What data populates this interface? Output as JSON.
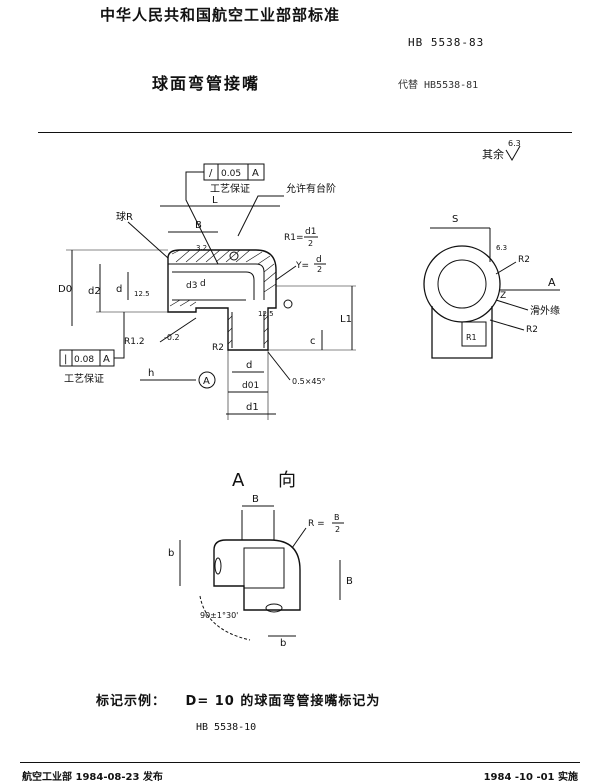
{
  "header": {
    "org_title": "中华人民共和国航空工业部部标准",
    "standard_no": "HB 5538-83",
    "doc_title": "球面弯管接嘴",
    "replaces": "代替 HB5538-81"
  },
  "drawing_main": {
    "rest_roughness_label": "其余",
    "rest_roughness_value": "6.3",
    "tolerance_top": {
      "symbol": "/",
      "value": "0.05",
      "datum": "A"
    },
    "tolerance_top_note": "工艺保证",
    "undercut_note": "允许有台阶",
    "tolerance_left": {
      "symbol": "|",
      "value": "0.08",
      "datum": "A"
    },
    "tolerance_left_note": "工艺保证",
    "labels": {
      "sphere_r": "球R",
      "L": "L",
      "B": "B",
      "d1_over_2": "d1",
      "half": "2",
      "R1_prefix": "R1=",
      "Y_label": "Y=",
      "d_label": "d",
      "D0": "D0",
      "d2": "d2",
      "d_left": "d",
      "d3": "d3",
      "r32": "3.2",
      "r125": "12.5",
      "r125b": "12.5",
      "L1": "L1",
      "c": "c",
      "h": "h",
      "A_circle": "A",
      "R1_2": "R1.2",
      "c_minus": "-0.2",
      "R2": "R2",
      "d_bottom": "d",
      "d01": "d01",
      "d1_bottom": "d1",
      "chamfer": "0.5×45°"
    }
  },
  "drawing_side": {
    "S": "S",
    "r63": "6.3",
    "R2": "R2",
    "A": "A",
    "Z": "Z",
    "smooth_edge": "滑外缘",
    "R1": "R1",
    "R2b": "R2"
  },
  "view_a": {
    "title": "A 向",
    "B": "B",
    "R_eq": "R =",
    "B_frac": "B",
    "two": "2",
    "b_left": "b",
    "B_right": "B",
    "angle": "90±1°30'",
    "b_bottom": "b"
  },
  "example": {
    "label": "标记示例：",
    "text": "D= 10 的球面弯管接嘴标记为",
    "code": "HB 5538-10"
  },
  "footer": {
    "left": "航空工业部 1984-08-23 发布",
    "right": "1984 -10 -01 实施"
  }
}
